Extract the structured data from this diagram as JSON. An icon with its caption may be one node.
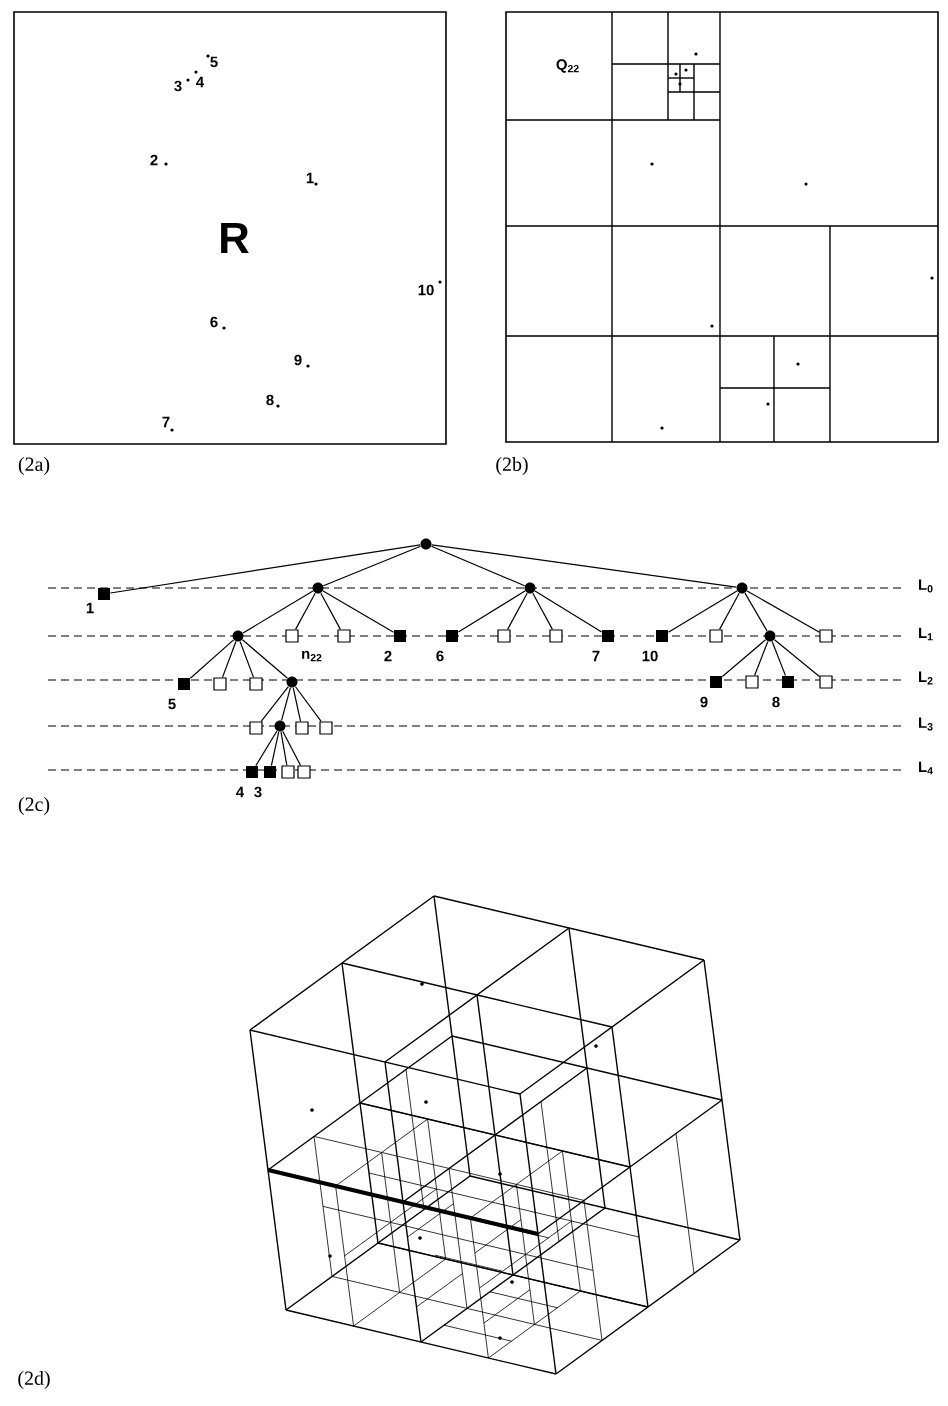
{
  "diagram": {
    "nodes": [
      {
        "text": [],
        "shape": "circle"
      },
      {
        "text": [],
        "shape": "block",
        "beside": [
          "1"
        ]
      },
      {
        "text": [],
        "shape": "circle"
      },
      {
        "text": [],
        "shape": "circle"
      },
      {
        "text": [],
        "shape": "circle"
      },
      {
        "text": [],
        "shape": "circle"
      },
      {
        "text": [],
        "shape": "box",
        "beside": [
          "n$_{22}$"
        ]
      },
      {
        "text": [],
        "shape": "box"
      },
      {
        "text": [],
        "shape": "block",
        "beside": [
          "2"
        ]
      },
      {
        "text": [],
        "shape": "block",
        "beside": [
          "6"
        ]
      },
      {
        "text": [],
        "shape": "box"
      },
      {
        "text": [],
        "shape": "box"
      },
      {
        "text": [],
        "shape": "block",
        "beside": [
          "7"
        ]
      },
      {
        "text": [],
        "shape": "block",
        "beside": [
          "10"
        ]
      },
      {
        "text": [],
        "shape": "box"
      },
      {
        "text": [],
        "shape": "circle"
      },
      {
        "text": [],
        "shape": "box"
      },
      {
        "text": [],
        "shape": "block",
        "beside": [
          "5"
        ]
      },
      {
        "text": [],
        "shape": "box"
      },
      {
        "text": [],
        "shape": "box"
      },
      {
        "text": [],
        "shape": "circle"
      },
      {
        "text": [],
        "shape": "block",
        "beside": [
          "9"
        ]
      },
      {
        "text": [],
        "shape": "box"
      },
      {
        "text": [],
        "shape": "block",
        "beside": [
          "8"
        ]
      },
      {
        "text": [],
        "shape": "box"
      },
      {
        "text": [],
        "shape": "box"
      },
      {
        "text": [],
        "shape": "circle"
      },
      {
        "text": [],
        "shape": "box"
      },
      {
        "text": [],
        "shape": "box"
      },
      {
        "text": [],
        "shape": "block",
        "beside": [
          "4"
        ]
      },
      {
        "text": [],
        "shape": "block",
        "beside": [
          "3"
        ]
      },
      {
        "text": [],
        "shape": "box"
      },
      {
        "text": [],
        "shape": "box"
      }
    ],
    "edges": [
      {
        "from": 0,
        "to": 1,
        "arrow": "none"
      },
      {
        "from": 0,
        "to": 2,
        "arrow": "none"
      },
      {
        "from": 0,
        "to": 3,
        "arrow": "none"
      },
      {
        "from": 0,
        "to": 4,
        "arrow": "none"
      },
      {
        "from": 2,
        "to": 5,
        "arrow": "none"
      },
      {
        "from": 2,
        "to": 6,
        "arrow": "none"
      },
      {
        "from": 2,
        "to": 7,
        "arrow": "none"
      },
      {
        "from": 2,
        "to": 8,
        "arrow": "none"
      },
      {
        "from": 3,
        "to": 9,
        "arrow": "none"
      },
      {
        "from": 3,
        "to": 10,
        "arrow": "none"
      },
      {
        "from": 3,
        "to": 11,
        "arrow": "none"
      },
      {
        "from": 3,
        "to": 12,
        "arrow": "none"
      },
      {
        "from": 4,
        "to": 13,
        "arrow": "none"
      },
      {
        "from": 4,
        "to": 14,
        "arrow": "none"
      },
      {
        "from": 4,
        "to": 15,
        "arrow": "none"
      },
      {
        "from": 4,
        "to": 16,
        "arrow": "none"
      },
      {
        "from": 5,
        "to": 17,
        "arrow": "none"
      },
      {
        "from": 5,
        "to": 18,
        "arrow": "none"
      },
      {
        "from": 5,
        "to": 19,
        "arrow": "none"
      },
      {
        "from": 5,
        "to": 20,
        "arrow": "none"
      },
      {
        "from": 15,
        "to": 21,
        "arrow": "none"
      },
      {
        "from": 15,
        "to": 22,
        "arrow": "none"
      },
      {
        "from": 15,
        "to": 23,
        "arrow": "none"
      },
      {
        "from": 15,
        "to": 24,
        "arrow": "none"
      },
      {
        "from": 20,
        "to": 25,
        "arrow": "none"
      },
      {
        "from": 20,
        "to": 26,
        "arrow": "none"
      },
      {
        "from": 20,
        "to": 27,
        "arrow": "none"
      },
      {
        "from": 20,
        "to": 28,
        "arrow": "none"
      },
      {
        "from": 26,
        "to": 29,
        "arrow": "none"
      },
      {
        "from": 26,
        "to": 30,
        "arrow": "none"
      },
      {
        "from": 26,
        "to": 31,
        "arrow": "none"
      },
      {
        "from": 26,
        "to": 32,
        "arrow": "none"
      }
    ],
    "labels": [
      "5",
      "3",
      "4",
      "2",
      "1",
      "R",
      "10",
      "6",
      "9",
      "8",
      "7",
      "(2a)",
      "Q$_{22}$",
      "(2b)",
      "L$_{0}$",
      "L$_{1}$",
      "L$_{2}$",
      "L$_{3}$",
      "L$_{4}$",
      "(2c)",
      "(2d)"
    ]
  }
}
